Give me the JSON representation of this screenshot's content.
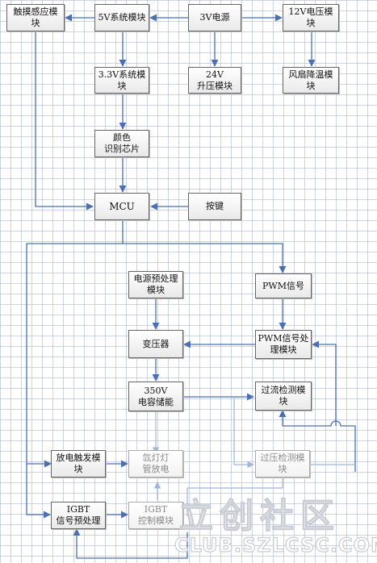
{
  "diagram": {
    "blocks": {
      "touch": "触摸感应模\n块",
      "v5": "5V系统模块",
      "v3src": "3V电源",
      "v12": "12V电压模\n块",
      "v33": "3.3V系统模\n块",
      "v24": "24V\n升压模块",
      "fan": "风扇降温模\n块",
      "color": "颜色\n识别芯片",
      "mcu": "MCU",
      "key": "按键",
      "pre": "电源预处理\n模块",
      "pwm": "PWM信号",
      "trans": "变压器",
      "pwmproc": "PWM信号处\n理模块",
      "cap": "350V\n电容储能",
      "overcur": "过流检测模块",
      "trigger": "放电触发模\n块",
      "lamp": "氙灯灯\n管放电",
      "overvolt": "过压检测模块",
      "igbtpre": "IGBT\n信号预处理",
      "igbtdrv": "IGBT\n控制模块"
    },
    "colors": {
      "line": "#4a6fb4",
      "line_faded": "#9fb5dd",
      "box_border": "#666666"
    }
  },
  "watermark": {
    "main": "立创社区",
    "url": "CLUB.SZLCSC.COM"
  }
}
